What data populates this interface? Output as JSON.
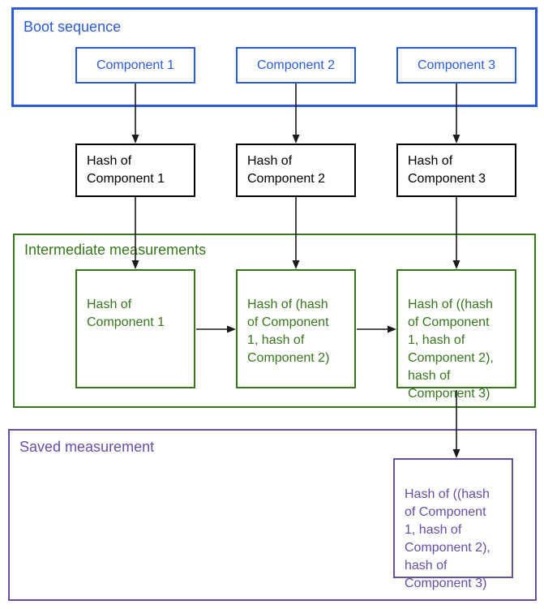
{
  "colors": {
    "blue": "#2c5bd9",
    "green": "#38761d",
    "purple": "#674ea7",
    "black": "#000000",
    "arrow": "#1a1a1a"
  },
  "boot_sequence": {
    "label": "Boot sequence",
    "components": [
      {
        "label": "Component 1"
      },
      {
        "label": "Component 2"
      },
      {
        "label": "Component 3"
      }
    ]
  },
  "hash_row": [
    {
      "text": "Hash of\nComponent 1"
    },
    {
      "text": "Hash of\nComponent 2"
    },
    {
      "text": "Hash of\nComponent 3"
    }
  ],
  "intermediate": {
    "label": "Intermediate measurements",
    "boxes": [
      {
        "text": "Hash of\nComponent 1"
      },
      {
        "text": "Hash of (hash\nof Component\n1, hash of\nComponent 2)"
      },
      {
        "text": "Hash of ((hash\nof Component\n1, hash of\nComponent 2),\nhash of\nComponent 3)"
      }
    ]
  },
  "saved": {
    "label": "Saved measurement",
    "box": {
      "text": "Hash of ((hash\nof Component\n1, hash of\nComponent 2),\nhash of\nComponent 3)"
    }
  }
}
